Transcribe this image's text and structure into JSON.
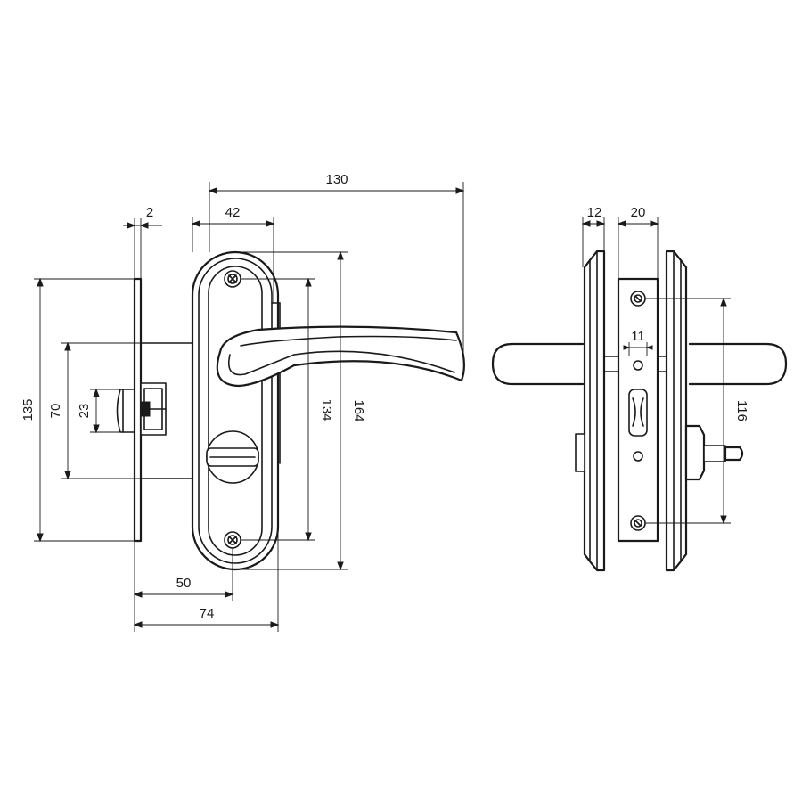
{
  "dimensions": {
    "overall_length": "130",
    "faceplate_thickness": "2",
    "escutcheon_width": "42",
    "faceplate_height": "135",
    "mortise_body_height": "70",
    "latch_height": "23",
    "screw_spacing": "134",
    "escutcheon_height": "164",
    "backset_screw": "50",
    "backset": "74",
    "side_plate_thickness": "12",
    "door_slot_width": "20",
    "spindle_hole_offset": "11",
    "side_screw_spacing": "116"
  }
}
